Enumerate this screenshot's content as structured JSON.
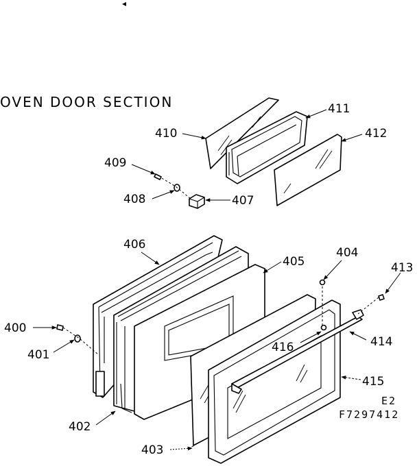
{
  "title": "OVEN DOOR SECTION",
  "page_code": "E2",
  "drawing_number": "F7297412",
  "parts": [
    {
      "id": "p400",
      "number": "400"
    },
    {
      "id": "p401",
      "number": "401"
    },
    {
      "id": "p402",
      "number": "402"
    },
    {
      "id": "p403",
      "number": "403"
    },
    {
      "id": "p404",
      "number": "404"
    },
    {
      "id": "p405",
      "number": "405"
    },
    {
      "id": "p406",
      "number": "406"
    },
    {
      "id": "p407",
      "number": "407"
    },
    {
      "id": "p408",
      "number": "408"
    },
    {
      "id": "p409",
      "number": "409"
    },
    {
      "id": "p410",
      "number": "410"
    },
    {
      "id": "p411",
      "number": "411"
    },
    {
      "id": "p412",
      "number": "412"
    },
    {
      "id": "p413",
      "number": "413"
    },
    {
      "id": "p414",
      "number": "414"
    },
    {
      "id": "p415",
      "number": "415"
    },
    {
      "id": "p416",
      "number": "416"
    }
  ]
}
